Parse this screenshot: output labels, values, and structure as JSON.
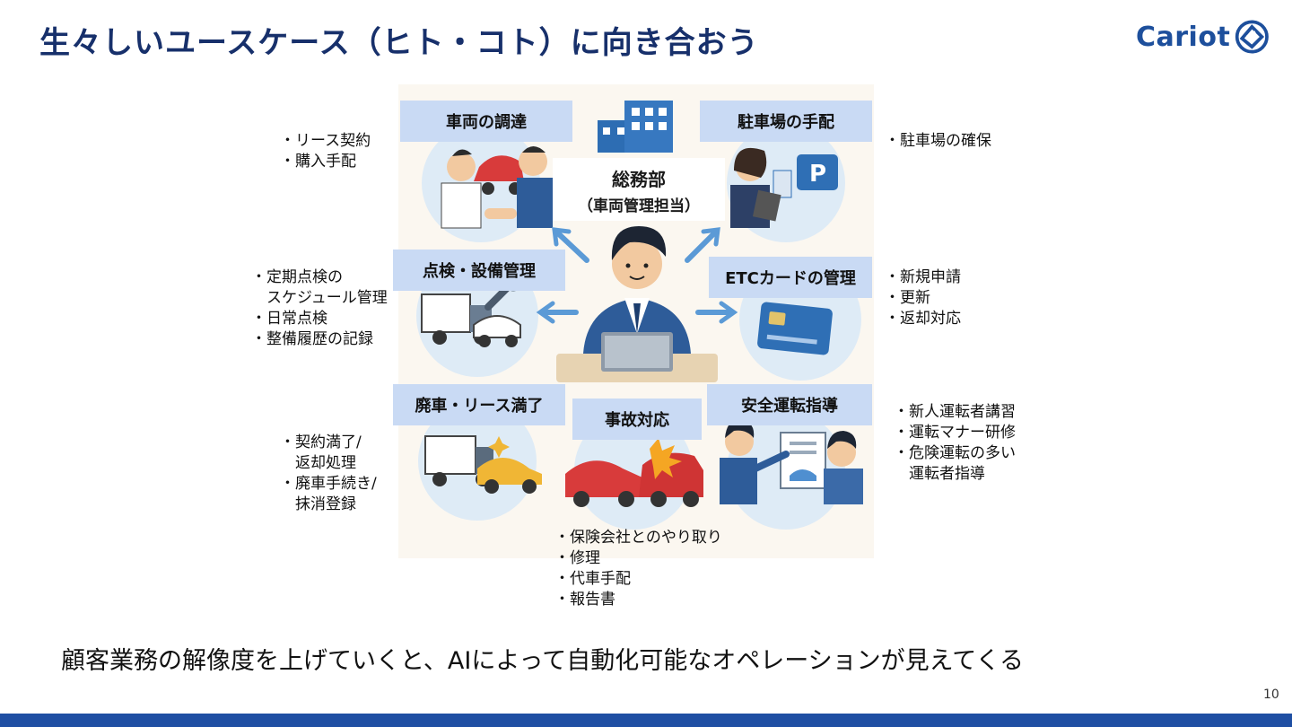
{
  "slide": {
    "title": "生々しいユースケース（ヒト・コト）に向き合おう",
    "logo_text": "Cariot",
    "logo_icon": "cariot-swirl-logo",
    "page_number": "10",
    "bottom_message": "顧客業務の解像度を上げていくと、AIによって自動化可能なオペレーションが見えてくる"
  },
  "illustration": {
    "center_title": "総務部",
    "center_subtitle": "（車両管理担当）",
    "boxes": {
      "procurement": "車両の調達",
      "parking": "駐車場の手配",
      "inspection": "点検・設備管理",
      "etc": "ETCカードの管理",
      "disposal": "廃車・リース満了",
      "accident": "事故対応",
      "safety": "安全運転指導"
    },
    "icons": [
      "building-icon",
      "handshake-car-icon",
      "parking-sign-icon",
      "truck-wrench-icon",
      "etc-card-icon",
      "cars-sparkle-icon",
      "car-crash-icon",
      "safety-training-icon",
      "office-worker-laptop-icon"
    ]
  },
  "notes": {
    "procurement": [
      "・リース契約",
      "・購入手配"
    ],
    "parking": [
      "・駐車場の確保"
    ],
    "inspection": [
      "・定期点検の",
      "　スケジュール管理",
      "・日常点検",
      "・整備履歴の記録"
    ],
    "etc": [
      "・新規申請",
      "・更新",
      "・返却対応"
    ],
    "disposal": [
      "・契約満了/",
      "　返却処理",
      "・廃車手続き/",
      "　抹消登録"
    ],
    "safety": [
      "・新人運転者講習",
      "・運転マナー研修",
      "・危険運転の多い",
      "　運転者指導"
    ],
    "accident": [
      "・保険会社とのやり取り",
      "・修理",
      "・代車手配",
      "・報告書"
    ]
  },
  "colors": {
    "title": "#17306b",
    "label_bg": "#c9daf4",
    "footer": "#1f4fa3",
    "arrow": "#5b9ad6"
  }
}
